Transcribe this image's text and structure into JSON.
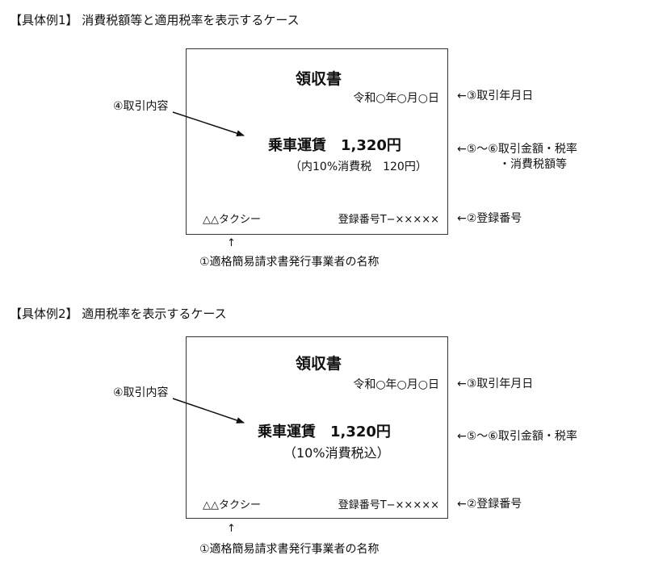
{
  "examples": [
    {
      "heading": "【具体例1】 消費税額等と適用税率を表示するケース",
      "receipt": {
        "title": "領収書",
        "date": "令和○年○月○日",
        "amount": "乗車運賃　1,320円",
        "tax": "（内10%消費税　120円）",
        "issuer": "△△タクシー",
        "registration": "登録番号T−×××××"
      },
      "annotations": {
        "content": "④取引内容",
        "date": "←③取引年月日",
        "amount_line1": "←⑤〜⑥取引金額・税率",
        "amount_line2": "・消費税額等",
        "registration": "←②登録番号",
        "issuer_arrow": "↑",
        "issuer_name": "①適格簡易請求書発行事業者の名称"
      }
    },
    {
      "heading": "【具体例2】 適用税率を表示するケース",
      "receipt": {
        "title": "領収書",
        "date": "令和○年○月○日",
        "amount": "乗車運賃　1,320円",
        "tax": "（10%消費税込）",
        "issuer": "△△タクシー",
        "registration": "登録番号T−×××××"
      },
      "annotations": {
        "content": "④取引内容",
        "date": "←③取引年月日",
        "amount_line1": "←⑤〜⑥取引金額・税率",
        "registration": "←②登録番号",
        "issuer_arrow": "↑",
        "issuer_name": "①適格簡易請求書発行事業者の名称"
      }
    }
  ]
}
